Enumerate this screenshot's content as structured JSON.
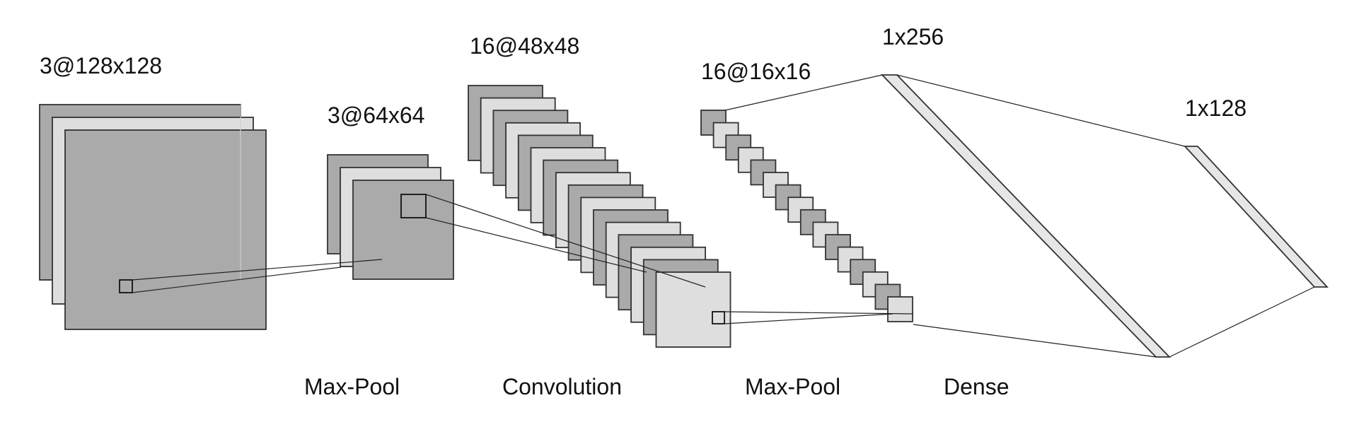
{
  "labels": {
    "input_dims": "3@128x128",
    "pool1_dims": "3@64x64",
    "conv_dims": "16@48x48",
    "pool2_dims": "16@16x16",
    "dense1_dims": "1x256",
    "dense2_dims": "1x128",
    "op_maxpool_1": "Max-Pool",
    "op_convolution": "Convolution",
    "op_maxpool_2": "Max-Pool",
    "op_dense": "Dense"
  },
  "colors": {
    "dark_fill": "#aaaaaa",
    "light_fill": "#dedede",
    "stroke": "#333333",
    "line": "#222222"
  }
}
